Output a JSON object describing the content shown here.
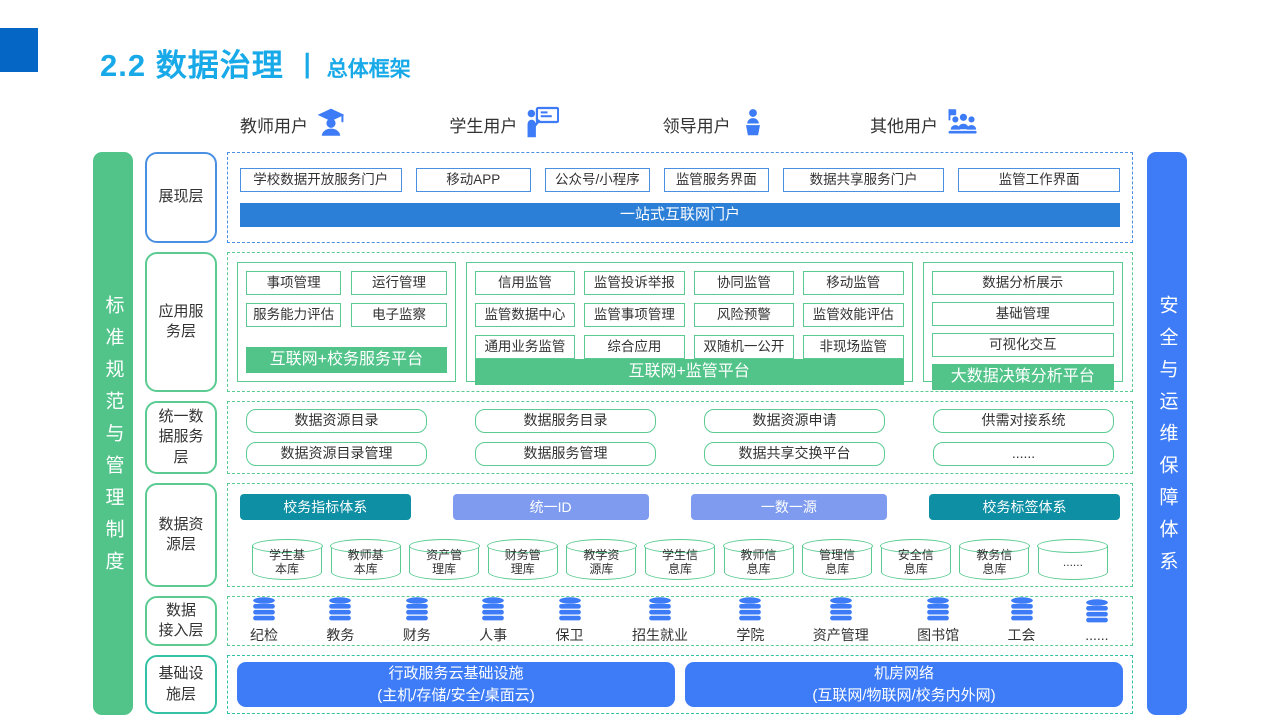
{
  "colors": {
    "title-blue": "#18A9E8",
    "square-blue": "#0666C6",
    "blue": "#3D7BF7",
    "bar-blue": "#2B7FD6",
    "border-blue": "#4A90E2",
    "green": "#52C48A",
    "green-border": "#5BCB92",
    "teal": "#0E8FA3",
    "teal-border": "#35C2A4",
    "periwinkle": "#7E9BEF",
    "text-dark": "#333333"
  },
  "header": {
    "title_main": "2.2 数据治理",
    "separator": "丨",
    "title_sub": "总体框架"
  },
  "users": [
    {
      "label": "教师用户",
      "icon": "teacher-icon"
    },
    {
      "label": "学生用户",
      "icon": "student-icon"
    },
    {
      "label": "领导用户",
      "icon": "leader-icon"
    },
    {
      "label": "其他用户",
      "icon": "group-icon"
    }
  ],
  "side_bars": {
    "left": "标准规范与管理制度",
    "right": "安全与运维保障体系"
  },
  "layers": {
    "presentation": {
      "label": "展现层",
      "boxes": [
        "学校数据开放服务门户",
        "移动APP",
        "公众号/小程序",
        "监管服务界面",
        "数据共享服务门户",
        "监管工作界面"
      ],
      "bar": "一站式互联网门户"
    },
    "application": {
      "label": "应用服\n务层",
      "groups": [
        {
          "boxes": [
            "事项管理",
            "运行管理",
            "服务能力评估",
            "电子监察"
          ],
          "footer": "互联网+校务服务平台"
        },
        {
          "boxes": [
            "信用监管",
            "监管投诉举报",
            "协同监管",
            "移动监管",
            "监管数据中心",
            "监管事项管理",
            "风险预警",
            "监管效能评估",
            "通用业务监管",
            "综合应用",
            "双随机一公开",
            "非现场监管"
          ],
          "footer": "互联网+监管平台"
        },
        {
          "boxes": [
            "数据分析展示",
            "基础管理",
            "可视化交互"
          ],
          "footer": "大数据决策分析平台"
        }
      ]
    },
    "data_service": {
      "label": "统一数\n据服务\n层",
      "boxes": [
        "数据资源目录",
        "数据服务目录",
        "数据资源申请",
        "供需对接系统",
        "数据资源目录管理",
        "数据服务管理",
        "数据共享交换平台",
        "......"
      ]
    },
    "data_resource": {
      "label": "数据资\n源层",
      "bars": [
        {
          "label": "校务指标体系",
          "style": "teal"
        },
        {
          "label": "统一ID",
          "style": "periwinkle"
        },
        {
          "label": "一数一源",
          "style": "periwinkle"
        },
        {
          "label": "校务标签体系",
          "style": "teal"
        }
      ],
      "databases": [
        "学生基\n本库",
        "教师基\n本库",
        "资产管\n理库",
        "财务管\n理库",
        "教学资\n源库",
        "学生信\n息库",
        "教师信\n息库",
        "管理信\n息库",
        "安全信\n息库",
        "教务信\n息库",
        "......"
      ]
    },
    "data_access": {
      "label": "数据\n接入层",
      "sources": [
        "纪检",
        "教务",
        "财务",
        "人事",
        "保卫",
        "招生就业",
        "学院",
        "资产管理",
        "图书馆",
        "工会",
        "......"
      ]
    },
    "infrastructure": {
      "label": "基础设\n施层",
      "boxes": [
        {
          "title": "行政服务云基础设施",
          "subtitle": "(主机/存储/安全/桌面云)"
        },
        {
          "title": "机房网络",
          "subtitle": "(互联网/物联网/校务内外网)"
        }
      ]
    }
  }
}
